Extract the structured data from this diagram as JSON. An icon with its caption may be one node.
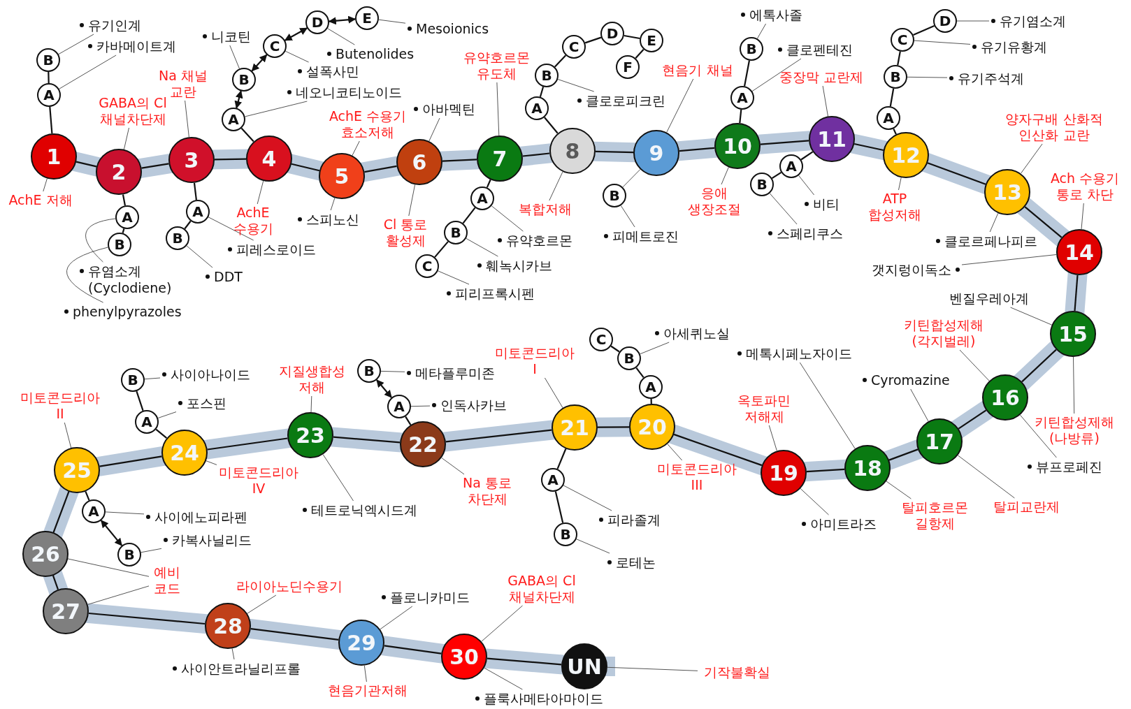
{
  "diagram": {
    "nodes": [
      {
        "text": [
          "1"
        ]
      },
      {
        "text": [
          "2"
        ]
      },
      {
        "text": [
          "3"
        ]
      },
      {
        "text": [
          "4"
        ]
      },
      {
        "text": [
          "5"
        ]
      },
      {
        "text": [
          "6"
        ]
      },
      {
        "text": [
          "7"
        ]
      },
      {
        "text": [
          "8"
        ]
      },
      {
        "text": [
          "9"
        ]
      },
      {
        "text": [
          "10"
        ]
      },
      {
        "text": [
          "11"
        ]
      },
      {
        "text": [
          "12"
        ]
      },
      {
        "text": [
          "13"
        ]
      },
      {
        "text": [
          "14"
        ]
      },
      {
        "text": [
          "15"
        ]
      },
      {
        "text": [
          "16"
        ]
      },
      {
        "text": [
          "17"
        ]
      },
      {
        "text": [
          "18"
        ]
      },
      {
        "text": [
          "19"
        ]
      },
      {
        "text": [
          "20"
        ]
      },
      {
        "text": [
          "21"
        ]
      },
      {
        "text": [
          "22"
        ]
      },
      {
        "text": [
          "23"
        ]
      },
      {
        "text": [
          "24"
        ]
      },
      {
        "text": [
          "25"
        ]
      },
      {
        "text": [
          "26"
        ]
      },
      {
        "text": [
          "27"
        ]
      },
      {
        "text": [
          "28"
        ]
      },
      {
        "text": [
          "29"
        ]
      },
      {
        "text": [
          "30"
        ]
      },
      {
        "text": [
          "UN"
        ]
      },
      {
        "text": [
          "AchE 저해"
        ]
      },
      {
        "text": [
          "A"
        ]
      },
      {
        "text": [
          "B"
        ]
      },
      {
        "text": [
          "유기인계"
        ]
      },
      {
        "text": [
          "카바메이트계"
        ]
      },
      {
        "text": [
          "GABA의 Cl 채널차단제"
        ]
      },
      {
        "text": [
          "A"
        ]
      },
      {
        "text": [
          "B"
        ]
      },
      {
        "text": [
          "유염소계 (Cyclodiene)"
        ]
      },
      {
        "text": [
          "phenylpyrazoles"
        ]
      },
      {
        "text": [
          "Na 채널 교란"
        ]
      },
      {
        "text": [
          "A"
        ]
      },
      {
        "text": [
          "B"
        ]
      },
      {
        "text": [
          "피레스로이드"
        ]
      },
      {
        "text": [
          "DDT"
        ]
      },
      {
        "text": [
          "AchE 수용기"
        ]
      },
      {
        "text": [
          "A"
        ]
      },
      {
        "text": [
          "B"
        ]
      },
      {
        "text": [
          "C"
        ]
      },
      {
        "text": [
          "D"
        ]
      },
      {
        "text": [
          "E"
        ]
      },
      {
        "text": [
          "네오니코티노이드"
        ]
      },
      {
        "text": [
          "니코틴"
        ]
      },
      {
        "text": [
          "설폭사민"
        ]
      },
      {
        "text": [
          "Butenolides"
        ]
      },
      {
        "text": [
          "Mesoionics"
        ]
      },
      {
        "text": [
          "AchE 수용기 효소저해"
        ]
      },
      {
        "text": [
          "스피노신"
        ]
      },
      {
        "text": [
          "Cl 통로 활성제"
        ]
      },
      {
        "text": [
          "아바멕틴"
        ]
      },
      {
        "text": [
          "유약호르몬 유도체"
        ]
      },
      {
        "text": [
          "A"
        ]
      },
      {
        "text": [
          "B"
        ]
      },
      {
        "text": [
          "C"
        ]
      },
      {
        "text": [
          "유약호르몬"
        ]
      },
      {
        "text": [
          "훼녹시카브"
        ]
      },
      {
        "text": [
          "피리프록시펜"
        ]
      },
      {
        "text": [
          "복합저해"
        ]
      },
      {
        "text": [
          "A"
        ]
      },
      {
        "text": [
          "B"
        ]
      },
      {
        "text": [
          "C"
        ]
      },
      {
        "text": [
          "D"
        ]
      },
      {
        "text": [
          "E"
        ]
      },
      {
        "text": [
          "F"
        ]
      },
      {
        "text": [
          "클로로피크린"
        ]
      },
      {
        "text": [
          "현음기 채널"
        ]
      },
      {
        "text": [
          "B"
        ]
      },
      {
        "text": [
          "피메트로진"
        ]
      },
      {
        "text": [
          "응애 생장조절"
        ]
      },
      {
        "text": [
          "A"
        ]
      },
      {
        "text": [
          "B"
        ]
      },
      {
        "text": [
          "에톡사졸"
        ]
      },
      {
        "text": [
          "클로펜테진"
        ]
      },
      {
        "text": [
          "중장막 교란제"
        ]
      },
      {
        "text": [
          "A"
        ]
      },
      {
        "text": [
          "B"
        ]
      },
      {
        "text": [
          "비티"
        ]
      },
      {
        "text": [
          "스페리쿠스"
        ]
      },
      {
        "text": [
          "A"
        ]
      },
      {
        "text": [
          "B"
        ]
      },
      {
        "text": [
          "C"
        ]
      },
      {
        "text": [
          "D"
        ]
      },
      {
        "text": [
          "유기염소계"
        ]
      },
      {
        "text": [
          "유기유황계"
        ]
      },
      {
        "text": [
          "유기주석계"
        ]
      },
      {
        "text": [
          "ATP 합성저해"
        ]
      },
      {
        "text": [
          "양자구배 산화적 인산화 교란"
        ]
      },
      {
        "text": [
          "클로르페나피르"
        ]
      },
      {
        "text": [
          "Ach 수용기 통로 차단"
        ]
      },
      {
        "text": [
          "갯지렁이독소"
        ]
      },
      {
        "text": [
          "벤질우레아계"
        ]
      },
      {
        "text": [
          "키틴합성제해 (각지벌레)"
        ]
      },
      {
        "text": [
          "키틴합성제해 (나방류)"
        ]
      },
      {
        "text": [
          "뷰프로페진"
        ]
      },
      {
        "text": [
          "Cyromazine"
        ]
      },
      {
        "text": [
          "탈피교란제"
        ]
      },
      {
        "text": [
          "메톡시페노자이드"
        ]
      },
      {
        "text": [
          "탈피호르몬 길항제"
        ]
      },
      {
        "text": [
          "옥토파민 저해제"
        ]
      },
      {
        "text": [
          "아미트라즈"
        ]
      },
      {
        "text": [
          "A"
        ]
      },
      {
        "text": [
          "B"
        ]
      },
      {
        "text": [
          "C"
        ]
      },
      {
        "text": [
          "아세퀴노실"
        ]
      },
      {
        "text": [
          "미토콘드리아 III"
        ]
      },
      {
        "text": [
          "미토콘드리아 I"
        ]
      },
      {
        "text": [
          "A"
        ]
      },
      {
        "text": [
          "B"
        ]
      },
      {
        "text": [
          "피라졸계"
        ]
      },
      {
        "text": [
          "로테논"
        ]
      },
      {
        "text": [
          "A"
        ]
      },
      {
        "text": [
          "B"
        ]
      },
      {
        "text": [
          "메타플루미존"
        ]
      },
      {
        "text": [
          "인독사카브"
        ]
      },
      {
        "text": [
          "Na 통로 차단제"
        ]
      },
      {
        "text": [
          "지질생합성 저해"
        ]
      },
      {
        "text": [
          "테트로닉엑시드계"
        ]
      },
      {
        "text": [
          "A"
        ]
      },
      {
        "text": [
          "B"
        ]
      },
      {
        "text": [
          "사이아나이드"
        ]
      },
      {
        "text": [
          "포스핀"
        ]
      },
      {
        "text": [
          "미토콘드리아 IV"
        ]
      },
      {
        "text": [
          "미토콘드리아 II"
        ]
      },
      {
        "text": [
          "A"
        ]
      },
      {
        "text": [
          "B"
        ]
      },
      {
        "text": [
          "사이에노피라펜"
        ]
      },
      {
        "text": [
          "카복사닐리드"
        ]
      },
      {
        "text": [
          "예비 코드"
        ]
      },
      {
        "text": [
          "라이아노딘수용기"
        ]
      },
      {
        "text": [
          "사이안트라닐리프롤"
        ]
      },
      {
        "text": [
          "플로니카미드"
        ]
      },
      {
        "text": [
          "현음기관저해"
        ]
      },
      {
        "text": [
          "GABA의 Cl 채널차단제"
        ]
      },
      {
        "text": [
          "플룩사메타아마이드"
        ]
      },
      {
        "text": [
          "기작불확실"
        ]
      }
    ],
    "edges": [
      {
        "from": 0,
        "to": 1,
        "arrow": "none"
      },
      {
        "from": 1,
        "to": 2,
        "arrow": "none"
      },
      {
        "from": 2,
        "to": 3,
        "arrow": "none"
      },
      {
        "from": 3,
        "to": 4,
        "arrow": "none"
      },
      {
        "from": 4,
        "to": 5,
        "arrow": "none"
      },
      {
        "from": 5,
        "to": 6,
        "arrow": "none"
      },
      {
        "from": 6,
        "to": 7,
        "arrow": "none"
      },
      {
        "from": 7,
        "to": 8,
        "arrow": "none"
      },
      {
        "from": 8,
        "to": 9,
        "arrow": "none"
      },
      {
        "from": 9,
        "to": 10,
        "arrow": "none"
      },
      {
        "from": 10,
        "to": 11,
        "arrow": "none"
      },
      {
        "from": 11,
        "to": 12,
        "arrow": "none"
      },
      {
        "from": 12,
        "to": 13,
        "arrow": "none"
      },
      {
        "from": 13,
        "to": 14,
        "arrow": "none"
      },
      {
        "from": 14,
        "to": 15,
        "arrow": "none"
      },
      {
        "from": 15,
        "to": 16,
        "arrow": "none"
      },
      {
        "from": 16,
        "to": 17,
        "arrow": "none"
      },
      {
        "from": 17,
        "to": 18,
        "arrow": "none"
      },
      {
        "from": 18,
        "to": 19,
        "arrow": "none"
      },
      {
        "from": 19,
        "to": 20,
        "arrow": "none"
      },
      {
        "from": 20,
        "to": 21,
        "arrow": "none"
      },
      {
        "from": 21,
        "to": 22,
        "arrow": "none"
      },
      {
        "from": 22,
        "to": 23,
        "arrow": "none"
      },
      {
        "from": 23,
        "to": 24,
        "arrow": "none"
      },
      {
        "from": 24,
        "to": 25,
        "arrow": "none"
      },
      {
        "from": 25,
        "to": 26,
        "arrow": "none"
      },
      {
        "from": 26,
        "to": 27,
        "arrow": "none"
      },
      {
        "from": 27,
        "to": 28,
        "arrow": "none"
      },
      {
        "from": 28,
        "to": 29,
        "arrow": "none"
      },
      {
        "from": 29,
        "to": 30,
        "arrow": "none"
      },
      {
        "from": 0,
        "to": 32,
        "arrow": "none"
      },
      {
        "from": 32,
        "to": 33,
        "arrow": "none"
      },
      {
        "from": 1,
        "to": 37,
        "arrow": "none"
      },
      {
        "from": 37,
        "to": 38,
        "arrow": "none"
      },
      {
        "from": 2,
        "to": 42,
        "arrow": "none"
      },
      {
        "from": 42,
        "to": 43,
        "arrow": "none"
      },
      {
        "from": 3,
        "to": 47,
        "arrow": "none"
      },
      {
        "from": 47,
        "to": 48,
        "arrow": "both"
      },
      {
        "from": 48,
        "to": 49,
        "arrow": "both"
      },
      {
        "from": 49,
        "to": 50,
        "arrow": "both"
      },
      {
        "from": 50,
        "to": 51,
        "arrow": "both"
      },
      {
        "from": 6,
        "to": 62,
        "arrow": "none"
      },
      {
        "from": 62,
        "to": 63,
        "arrow": "none"
      },
      {
        "from": 63,
        "to": 64,
        "arrow": "none"
      },
      {
        "from": 7,
        "to": 69,
        "arrow": "none"
      },
      {
        "from": 69,
        "to": 70,
        "arrow": "none"
      },
      {
        "from": 70,
        "to": 71,
        "arrow": "none"
      },
      {
        "from": 71,
        "to": 72,
        "arrow": "none"
      },
      {
        "from": 72,
        "to": 73,
        "arrow": "none"
      },
      {
        "from": 73,
        "to": 74,
        "arrow": "none"
      },
      {
        "from": 9,
        "to": 80,
        "arrow": "none"
      },
      {
        "from": 80,
        "to": 81,
        "arrow": "none"
      },
      {
        "from": 10,
        "to": 85,
        "arrow": "none"
      },
      {
        "from": 85,
        "to": 86,
        "arrow": "none"
      },
      {
        "from": 11,
        "to": 89,
        "arrow": "none"
      },
      {
        "from": 89,
        "to": 90,
        "arrow": "none"
      },
      {
        "from": 90,
        "to": 91,
        "arrow": "none"
      },
      {
        "from": 91,
        "to": 92,
        "arrow": "none"
      },
      {
        "from": 19,
        "to": 111,
        "arrow": "none"
      },
      {
        "from": 111,
        "to": 112,
        "arrow": "none"
      },
      {
        "from": 112,
        "to": 113,
        "arrow": "none"
      },
      {
        "from": 20,
        "to": 117,
        "arrow": "none"
      },
      {
        "from": 117,
        "to": 118,
        "arrow": "none"
      },
      {
        "from": 21,
        "to": 121,
        "arrow": "none"
      },
      {
        "from": 121,
        "to": 122,
        "arrow": "both"
      },
      {
        "from": 23,
        "to": 128,
        "arrow": "none"
      },
      {
        "from": 128,
        "to": 129,
        "arrow": "none"
      },
      {
        "from": 24,
        "to": 134,
        "arrow": "none"
      },
      {
        "from": 134,
        "to": 135,
        "arrow": "both"
      },
      {
        "from": 0,
        "to": 31,
        "arrow": "none",
        "color": "#555555"
      },
      {
        "from": 33,
        "to": 34,
        "arrow": "none",
        "color": "#555555"
      },
      {
        "from": 32,
        "to": 35,
        "arrow": "none",
        "color": "#555555"
      },
      {
        "from": 1,
        "to": 36,
        "arrow": "none",
        "color": "#555555"
      },
      {
        "from": 37,
        "to": 39,
        "arrow": "none",
        "color": "#555555"
      },
      {
        "from": 38,
        "to": 40,
        "arrow": "none",
        "color": "#555555"
      },
      {
        "from": 2,
        "to": 41,
        "arrow": "none",
        "color": "#555555"
      },
      {
        "from": 42,
        "to": 44,
        "arrow": "none",
        "color": "#555555"
      },
      {
        "from": 43,
        "to": 45,
        "arrow": "none",
        "color": "#555555"
      },
      {
        "from": 3,
        "to": 46,
        "arrow": "none",
        "color": "#555555"
      },
      {
        "from": 47,
        "to": 52,
        "arrow": "none",
        "color": "#555555"
      },
      {
        "from": 48,
        "to": 53,
        "arrow": "none",
        "color": "#555555"
      },
      {
        "from": 49,
        "to": 54,
        "arrow": "none",
        "color": "#555555"
      },
      {
        "from": 50,
        "to": 55,
        "arrow": "none",
        "color": "#555555"
      },
      {
        "from": 51,
        "to": 56,
        "arrow": "none",
        "color": "#555555"
      },
      {
        "from": 4,
        "to": 57,
        "arrow": "none",
        "color": "#555555"
      },
      {
        "from": 4,
        "to": 58,
        "arrow": "none",
        "color": "#555555"
      },
      {
        "from": 5,
        "to": 59,
        "arrow": "none",
        "color": "#555555"
      },
      {
        "from": 5,
        "to": 60,
        "arrow": "none",
        "color": "#555555"
      },
      {
        "from": 6,
        "to": 61,
        "arrow": "none",
        "color": "#555555"
      },
      {
        "from": 62,
        "to": 65,
        "arrow": "none",
        "color": "#555555"
      },
      {
        "from": 63,
        "to": 66,
        "arrow": "none",
        "color": "#555555"
      },
      {
        "from": 64,
        "to": 67,
        "arrow": "none",
        "color": "#555555"
      },
      {
        "from": 7,
        "to": 68,
        "arrow": "none",
        "color": "#555555"
      },
      {
        "from": 70,
        "to": 75,
        "arrow": "none",
        "color": "#555555"
      },
      {
        "from": 8,
        "to": 76,
        "arrow": "none",
        "color": "#555555"
      },
      {
        "from": 8,
        "to": 77,
        "arrow": "none",
        "color": "#555555"
      },
      {
        "from": 77,
        "to": 78,
        "arrow": "none",
        "color": "#555555"
      },
      {
        "from": 9,
        "to": 79,
        "arrow": "none",
        "color": "#555555"
      },
      {
        "from": 81,
        "to": 82,
        "arrow": "none",
        "color": "#555555"
      },
      {
        "from": 80,
        "to": 83,
        "arrow": "none",
        "color": "#555555"
      },
      {
        "from": 10,
        "to": 84,
        "arrow": "none",
        "color": "#555555"
      },
      {
        "from": 85,
        "to": 87,
        "arrow": "none",
        "color": "#555555"
      },
      {
        "from": 86,
        "to": 88,
        "arrow": "none",
        "color": "#555555"
      },
      {
        "from": 92,
        "to": 93,
        "arrow": "none",
        "color": "#555555"
      },
      {
        "from": 91,
        "to": 94,
        "arrow": "none",
        "color": "#555555"
      },
      {
        "from": 90,
        "to": 95,
        "arrow": "none",
        "color": "#555555"
      },
      {
        "from": 11,
        "to": 96,
        "arrow": "none",
        "color": "#555555"
      },
      {
        "from": 12,
        "to": 97,
        "arrow": "none",
        "color": "#555555"
      },
      {
        "from": 12,
        "to": 98,
        "arrow": "none",
        "color": "#555555"
      },
      {
        "from": 13,
        "to": 99,
        "arrow": "none",
        "color": "#555555"
      },
      {
        "from": 13,
        "to": 100,
        "arrow": "none",
        "color": "#555555"
      },
      {
        "from": 14,
        "to": 101,
        "arrow": "none",
        "color": "#555555"
      },
      {
        "from": 15,
        "to": 102,
        "arrow": "none",
        "color": "#555555"
      },
      {
        "from": 14,
        "to": 103,
        "arrow": "none",
        "color": "#555555"
      },
      {
        "from": 15,
        "to": 104,
        "arrow": "none",
        "color": "#555555"
      },
      {
        "from": 16,
        "to": 105,
        "arrow": "none",
        "color": "#555555"
      },
      {
        "from": 16,
        "to": 106,
        "arrow": "none",
        "color": "#555555"
      },
      {
        "from": 17,
        "to": 107,
        "arrow": "none",
        "color": "#555555"
      },
      {
        "from": 17,
        "to": 108,
        "arrow": "none",
        "color": "#555555"
      },
      {
        "from": 18,
        "to": 109,
        "arrow": "none",
        "color": "#555555"
      },
      {
        "from": 18,
        "to": 110,
        "arrow": "none",
        "color": "#555555"
      },
      {
        "from": 112,
        "to": 114,
        "arrow": "none",
        "color": "#555555"
      },
      {
        "from": 19,
        "to": 115,
        "arrow": "none",
        "color": "#555555"
      },
      {
        "from": 20,
        "to": 116,
        "arrow": "none",
        "color": "#555555"
      },
      {
        "from": 117,
        "to": 119,
        "arrow": "none",
        "color": "#555555"
      },
      {
        "from": 118,
        "to": 120,
        "arrow": "none",
        "color": "#555555"
      },
      {
        "from": 122,
        "to": 123,
        "arrow": "none",
        "color": "#555555"
      },
      {
        "from": 121,
        "to": 124,
        "arrow": "none",
        "color": "#555555"
      },
      {
        "from": 21,
        "to": 125,
        "arrow": "none",
        "color": "#555555"
      },
      {
        "from": 22,
        "to": 126,
        "arrow": "none",
        "color": "#555555"
      },
      {
        "from": 22,
        "to": 127,
        "arrow": "none",
        "color": "#555555"
      },
      {
        "from": 129,
        "to": 130,
        "arrow": "none",
        "color": "#555555"
      },
      {
        "from": 128,
        "to": 131,
        "arrow": "none",
        "color": "#555555"
      },
      {
        "from": 23,
        "to": 132,
        "arrow": "none",
        "color": "#555555"
      },
      {
        "from": 24,
        "to": 133,
        "arrow": "none",
        "color": "#555555"
      },
      {
        "from": 134,
        "to": 136,
        "arrow": "none",
        "color": "#555555"
      },
      {
        "from": 135,
        "to": 137,
        "arrow": "none",
        "color": "#555555"
      },
      {
        "from": 25,
        "to": 138,
        "arrow": "none",
        "color": "#555555"
      },
      {
        "from": 26,
        "to": 138,
        "arrow": "none",
        "color": "#555555"
      },
      {
        "from": 27,
        "to": 139,
        "arrow": "none",
        "color": "#555555"
      },
      {
        "from": 27,
        "to": 140,
        "arrow": "none",
        "color": "#555555"
      },
      {
        "from": 28,
        "to": 141,
        "arrow": "none",
        "color": "#555555"
      },
      {
        "from": 28,
        "to": 142,
        "arrow": "none",
        "color": "#555555"
      },
      {
        "from": 29,
        "to": 143,
        "arrow": "none",
        "color": "#555555"
      },
      {
        "from": 29,
        "to": 144,
        "arrow": "none",
        "color": "#555555"
      },
      {
        "from": 30,
        "to": 145,
        "arrow": "none",
        "color": "#555555"
      }
    ]
  }
}
